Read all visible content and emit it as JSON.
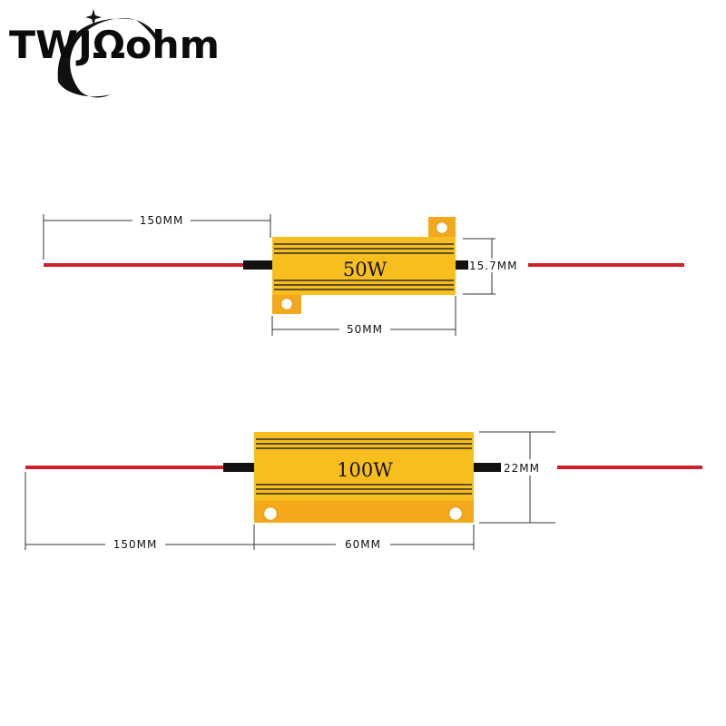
{
  "brand": {
    "logo_text": "TWJΩohm",
    "ring_color": "#111111",
    "accent_color": "#d0202a"
  },
  "colors": {
    "wire_red": "#d0202a",
    "lead_black": "#111111",
    "body_gold": "#f8be1e",
    "body_dark_stripe": "#2a2a2a",
    "tab_gold": "#f4a81c"
  },
  "resistor_50w": {
    "label": "50W",
    "dim_lead": "150MM",
    "dim_length": "50MM",
    "dim_height": "15.7MM"
  },
  "resistor_100w": {
    "label": "100W",
    "dim_lead": "150MM",
    "dim_length": "60MM",
    "dim_height": "22MM"
  }
}
